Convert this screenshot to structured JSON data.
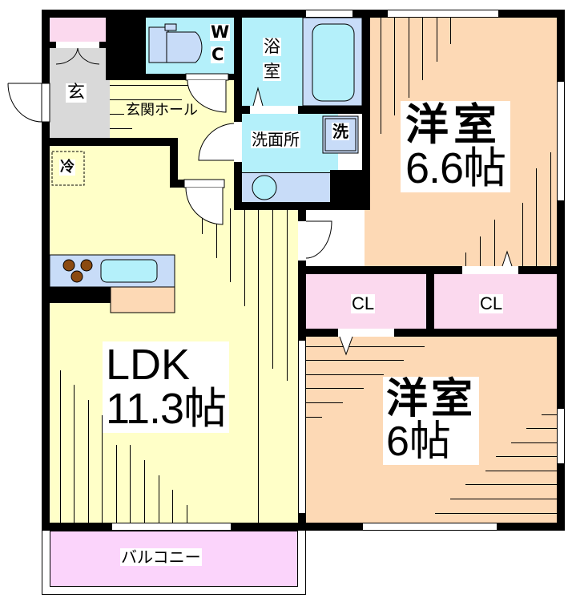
{
  "floor_plan": {
    "colors": {
      "wall": "#000000",
      "western_room": "#fdd9b5",
      "ldk": "#ffffc8",
      "wet_area": "#b4f0fa",
      "wet_fixture": "#c8dcf8",
      "closet": "#fbd9ee",
      "entrance": "#d9d9d9",
      "balcony": "#fbd4fb"
    },
    "rooms": {
      "entrance": {
        "label": "玄"
      },
      "entrance_hall": {
        "label": "玄関ホール"
      },
      "toilet": {
        "label_line1": "W",
        "label_line2": "C"
      },
      "bathroom": {
        "label_line1": "浴",
        "label_line2": "室"
      },
      "washroom": {
        "label": "洗面所"
      },
      "washing_machine": {
        "label": "洗"
      },
      "refrigerator": {
        "label": "冷"
      },
      "western_room_1": {
        "label_line1": "洋室",
        "label_line2": "6.6帖"
      },
      "closet_1": {
        "label": "CL"
      },
      "closet_2": {
        "label": "CL"
      },
      "western_room_2": {
        "label_line1": "洋室",
        "label_line2": "6帖"
      },
      "ldk": {
        "label_line1": "LDK",
        "label_line2": "11.3帖"
      },
      "balcony": {
        "label": "バルコニー"
      }
    }
  }
}
